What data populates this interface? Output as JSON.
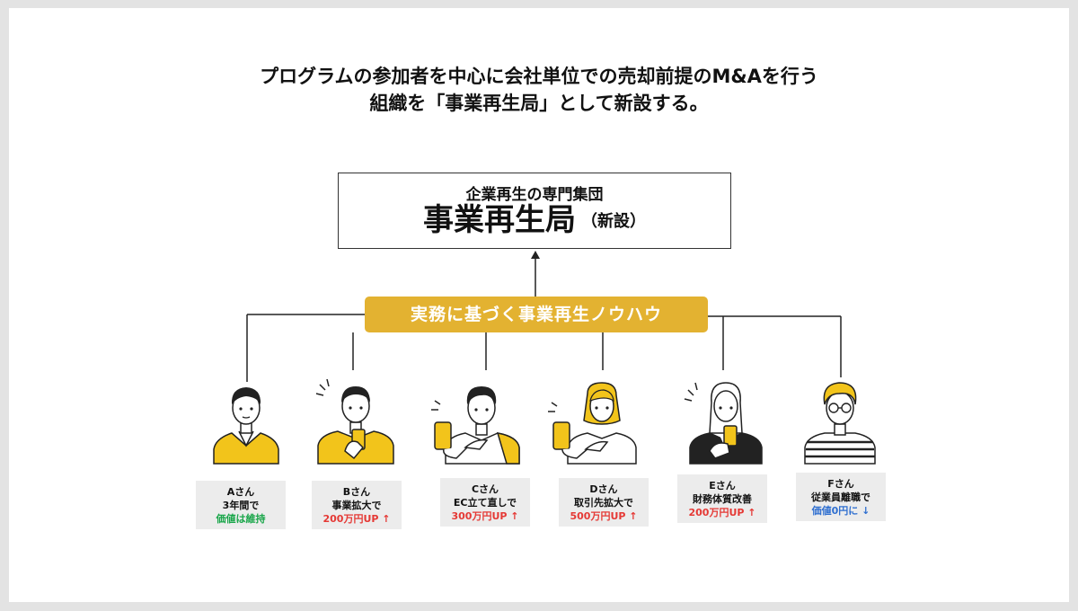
{
  "headline": {
    "line1": "プログラムの参加者を中心に会社単位での売却前提のM&Aを行う",
    "line2": "組織を「事業再生局」として新設する。"
  },
  "main_box": {
    "subtitle": "企業再生の専門集団",
    "title": "事業再生局",
    "title_suffix": "（新設）"
  },
  "knowhow_banner": "実務に基づく事業再生ノウハウ",
  "colors": {
    "accent": "#e3b231",
    "card_bg": "#ececec",
    "up": "#e53935",
    "keep": "#1aa64a",
    "down": "#2f6fd0"
  },
  "people": [
    {
      "name": "Aさん",
      "action": "3年間で",
      "result": "価値は維持",
      "result_class": "res-green"
    },
    {
      "name": "Bさん",
      "action": "事業拡大で",
      "result": "200万円UP ↑",
      "result_class": "res-red"
    },
    {
      "name": "Cさん",
      "action": "EC立て直しで",
      "result": "300万円UP ↑",
      "result_class": "res-red"
    },
    {
      "name": "Dさん",
      "action": "取引先拡大で",
      "result": "500万円UP ↑",
      "result_class": "res-red"
    },
    {
      "name": "Eさん",
      "action": "財務体質改善",
      "result": "200万円UP ↑",
      "result_class": "res-red"
    },
    {
      "name": "Fさん",
      "action": "従業員離職で",
      "result": "価値0円に ↓",
      "result_class": "res-blue"
    }
  ]
}
